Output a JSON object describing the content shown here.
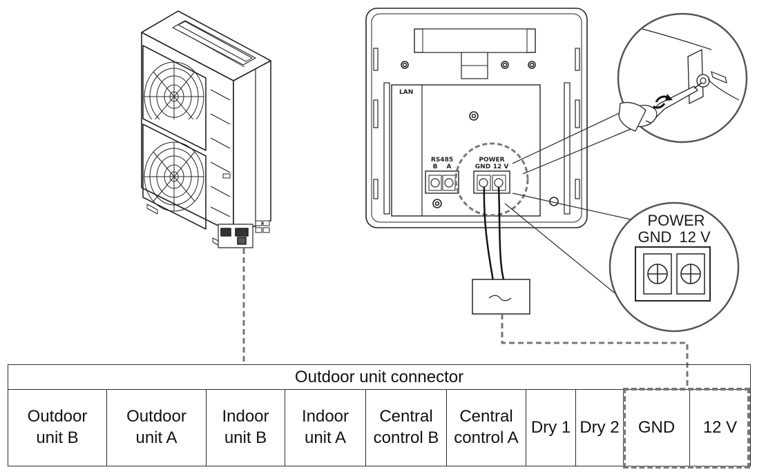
{
  "diagram": {
    "controller": {
      "lan_label": "LAN",
      "rs485": {
        "title": "RS485",
        "b": "B",
        "a": "A"
      },
      "power": {
        "title": "POWER",
        "gnd": "GND",
        "v12": "12 V"
      }
    },
    "zoom_power": {
      "title": "POWER",
      "gnd": "GND",
      "v12": "12 V"
    },
    "connector_table": {
      "title": "Outdoor unit connector",
      "cells": [
        [
          "Outdoor",
          "unit B"
        ],
        [
          "Outdoor",
          "unit A"
        ],
        [
          "Indoor",
          "unit B"
        ],
        [
          "Indoor",
          "unit A"
        ],
        [
          "Central",
          "control B"
        ],
        [
          "Central",
          "control A"
        ],
        [
          "Dry 1"
        ],
        [
          "Dry 2"
        ],
        [
          "GND"
        ],
        [
          "12 V"
        ]
      ]
    },
    "icons": [
      "outdoor-unit-icon",
      "remote-controller-icon",
      "screwdriver-icon",
      "terminal-block-icon",
      "junction-box-icon"
    ]
  }
}
